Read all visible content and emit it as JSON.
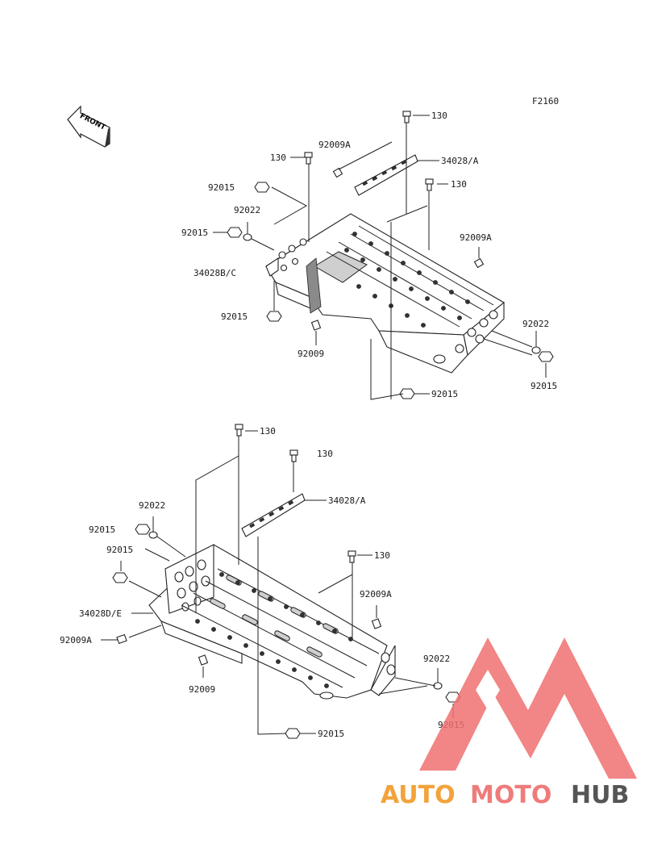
{
  "figure_code": "F2160",
  "front_arrow_label": "FRONT",
  "upper_assembly": {
    "labels": {
      "bolt_top": "130",
      "bolt_left": "130",
      "bolt_mid": "130",
      "bracket_a": "34028/A",
      "screw_a_left": "92009A",
      "screw_a_right": "92009A",
      "nut_top_left": "92015",
      "washer_left": "92022",
      "nut_left": "92015",
      "carrier": "34028B/C",
      "nut_bottom_left": "92015",
      "screw_bottom": "92009",
      "washer_right": "92022",
      "nut_right": "92015",
      "nut_bottom": "92015"
    }
  },
  "lower_assembly": {
    "labels": {
      "bolt_top": "130",
      "bolt_mid": "130",
      "bracket_a": "34028/A",
      "washer_left": "92022",
      "nut_left_a": "92015",
      "nut_left_b": "92015",
      "carrier": "34028D/E",
      "screw_a_left": "92009A",
      "screw_bottom": "92009",
      "bolt_right": "130",
      "screw_a_right": "92009A",
      "washer_right": "92022",
      "nut_right": "92015",
      "nut_bottom": "92015"
    }
  },
  "watermark": {
    "part1": "AUTO",
    "part2": "MOTO",
    "part3": "HUB"
  }
}
